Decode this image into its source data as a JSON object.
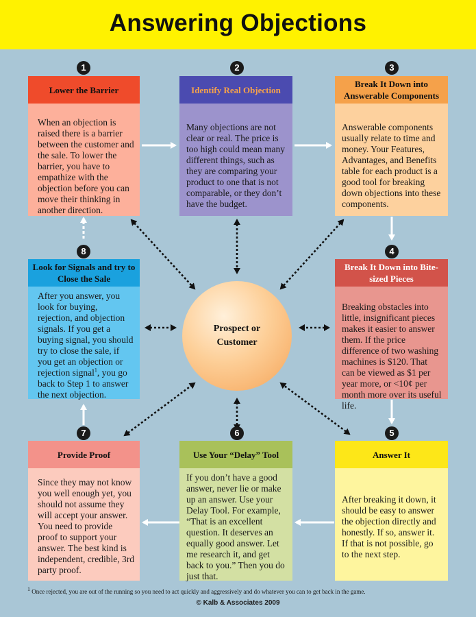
{
  "title": "Answering Objections",
  "hub": {
    "line1": "Prospect or",
    "line2": "Customer"
  },
  "steps": [
    {
      "number": "1",
      "header": "Lower the Barrier",
      "header_color": "#ef4b2b",
      "body_color": "#fdb09b",
      "body": "When an objection is raised there is a barrier between the customer and the sale. To lower the barrier, you have to empathize with the objection before you can move their thinking in another direction."
    },
    {
      "number": "2",
      "header": "Identify Real Objection",
      "header_color": "#4b4bb0",
      "header_text_color": "#f6a24a",
      "body_color": "#9c93cc",
      "body": "Many objections are not clear or real. The price is too high could mean many different things, such as they are comparing your product to one that is not comparable, or they don’t have the budget."
    },
    {
      "number": "3",
      "header": "Break It Down into Answerable Components",
      "header_color": "#f5a14a",
      "body_color": "#fdd19e",
      "body": "Answerable components usually relate to time and money. Your Features, Advantages, and Benefits table for each product is a good tool for breaking down objections into these components."
    },
    {
      "number": "4",
      "header": "Break It Down into Bite-sized Pieces",
      "header_color": "#d2534a",
      "header_text_color": "#ffffff",
      "body_color": "#e8968f",
      "body": "Breaking obstacles into little, insignificant pieces makes it easier to answer them. If the price difference of two washing machines is $120. That can be viewed as $1 per year more, or <10¢ per month more over its useful life."
    },
    {
      "number": "5",
      "header": "Answer It",
      "header_color": "#fde718",
      "body_color": "#fef59e",
      "body": "After breaking it down, it should be easy to answer the objection directly and honestly. If so, answer it. If that is not possible, go to the next step."
    },
    {
      "number": "6",
      "header": "Use Your “Delay” Tool",
      "header_color": "#a9c15a",
      "body_color": "#d3e0a3",
      "body": "If you don’t have a good answer, never lie or make up an answer. Use your Delay Tool. For example, “That is an excellent question. It deserves an equally good answer. Let me research it, and get back to you.” Then you do just that."
    },
    {
      "number": "7",
      "header": "Provide Proof",
      "header_color": "#f3928a",
      "body_color": "#fccbbe",
      "body": "Since they may not know you well enough yet, you should not assume they will accept your answer. You need to provide proof to support your answer. The best kind is independent, credible, 3rd party proof."
    },
    {
      "number": "8",
      "header": "Look for Signals and try to Close the Sale",
      "header_color": "#1aa1de",
      "body_color": "#63c6f0",
      "body": "After you answer, you look for buying, rejection, and objection signals. If you get a buying signal, you should try to close the sale, if you get an objection or rejection signal",
      "body_sup": "1",
      "body_tail": ", you go back to Step 1 to answer the next objection."
    }
  ],
  "footnote": {
    "mark": "1",
    "text": " Once rejected, you are out of the running so you need to act quickly and aggressively and do whatever you can to get back in the game."
  },
  "copyright": "© Kalb & Associates 2009"
}
